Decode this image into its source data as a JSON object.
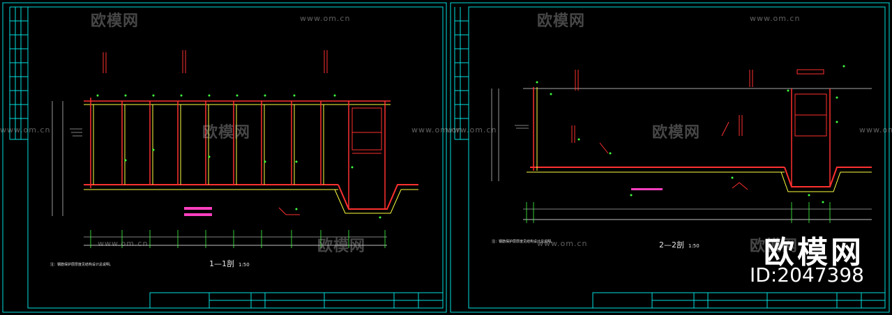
{
  "sheets": [
    {
      "title": "1—1剖",
      "scale": "1:50",
      "note": "注：钢筋保护层厚度见结构设计总说明。"
    },
    {
      "title": "2—2剖",
      "scale": "1:50",
      "note": "注：钢筋保护层厚度见结构设计总说明。"
    }
  ],
  "watermarks": {
    "brand": "欧模网",
    "url": "www.om.cn"
  },
  "logo": {
    "text": "欧模网",
    "id": "ID:2047398"
  },
  "colors": {
    "background": "#000000",
    "frame": "#00e0e0",
    "rebar": "#ff3030",
    "concrete": "#ffff40",
    "annotation": "#40ff40",
    "dimension": "#ffffff",
    "text_pink": "#ff40c0"
  }
}
